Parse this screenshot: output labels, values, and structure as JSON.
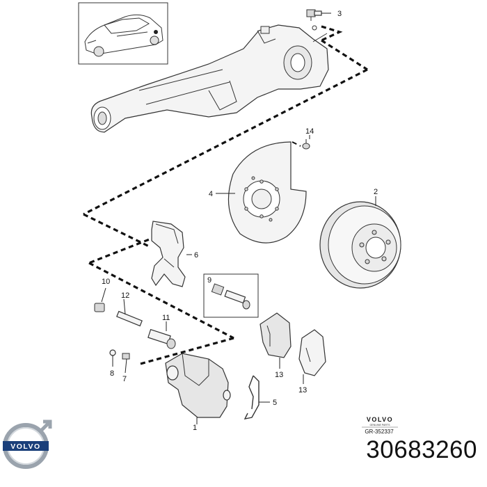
{
  "parts": [
    {
      "id": "p1",
      "label": "1"
    },
    {
      "id": "p2",
      "label": "2"
    },
    {
      "id": "p3",
      "label": "3"
    },
    {
      "id": "p4",
      "label": "4"
    },
    {
      "id": "p5",
      "label": "5"
    },
    {
      "id": "p6",
      "label": "6"
    },
    {
      "id": "p7",
      "label": "7"
    },
    {
      "id": "p8",
      "label": "8"
    },
    {
      "id": "p9",
      "label": "9"
    },
    {
      "id": "p10",
      "label": "10"
    },
    {
      "id": "p11",
      "label": "11"
    },
    {
      "id": "p12",
      "label": "12"
    },
    {
      "id": "p13a",
      "label": "13"
    },
    {
      "id": "p13b",
      "label": "13"
    },
    {
      "id": "p14",
      "label": "14"
    }
  ],
  "stamp": {
    "brand": "VOLVO",
    "subtitle": "GENUINE PARTS",
    "code": "GR-352337"
  },
  "logo": {
    "text": "VOLVO",
    "color": "#1a3f7a"
  },
  "part_number": "30683260"
}
